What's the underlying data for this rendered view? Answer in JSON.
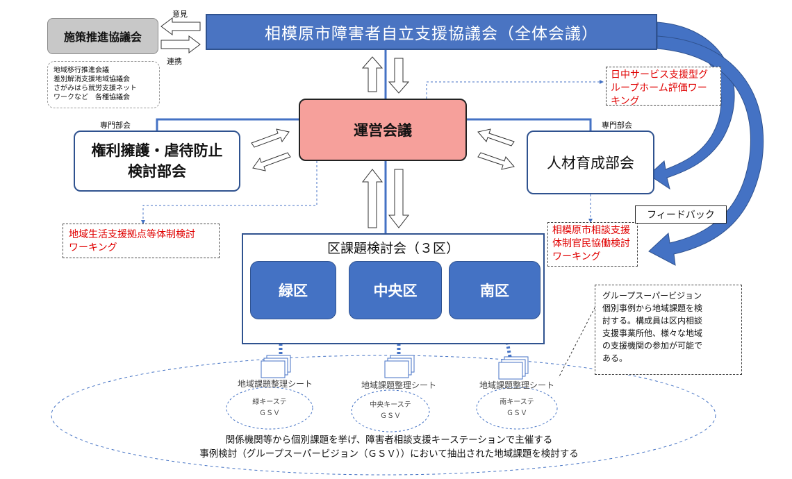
{
  "main_title": "相模原市障害者自立支援協議会（全体会議）",
  "policy_council": "施策推進協議会",
  "policy_sub_lines": [
    "地域移行推進会議",
    "差別解消支援地域協議会",
    "さがみはら就労支援ネット",
    "ワークなど　各種協議会"
  ],
  "arrow_labels": {
    "opinion": "意見",
    "cooperation": "連携"
  },
  "management_meeting": "運営会議",
  "rights_committee_lines": [
    "権利擁護・虐待防止",
    "検討部会"
  ],
  "hr_committee": "人材育成部会",
  "senmon_bukai": "専門部会",
  "daytime_wg_lines": [
    "日中サービス支援型グ",
    "ループホーム評価ワー",
    "キング"
  ],
  "regional_wg_lines": [
    "地域生活支援拠点等体制検討",
    "ワーキング"
  ],
  "sagamihara_wg_lines": [
    "相模原市相談支援",
    "体制官民協働検討",
    "ワーキング"
  ],
  "feedback": "フィードバック",
  "ward_panel_title": "区課題検討会（３区）",
  "wards": [
    "緑区",
    "中央区",
    "南区"
  ],
  "sheet_label": "地域課題整理シート",
  "stations": [
    {
      "line1": "緑キーステ",
      "line2": "ＧＳＶ"
    },
    {
      "line1": "中央キーステ",
      "line2": "ＧＳＶ"
    },
    {
      "line1": "南キーステ",
      "line2": "ＧＳＶ"
    }
  ],
  "gsv_note_lines": [
    "グループスーパービジョン",
    "個別事例から地域課題を検",
    "討する。構成員は区内相談",
    "支援事業所他、様々な地域",
    "の支援機関の参加が可能で",
    "ある。"
  ],
  "bottom_lines": [
    "関係機関等から個別課題を挙げ、障害者相談支援キーステーションで主催する",
    "事例検討（グループスーパービジョン（ＧＳＶ））において抽出された地域課題を検討する"
  ],
  "colors": {
    "blue": "#4472c4",
    "dark_blue": "#2f528f",
    "pink": "#f6a09b",
    "gray": "#c8c8c8",
    "red_text": "#e00000"
  }
}
